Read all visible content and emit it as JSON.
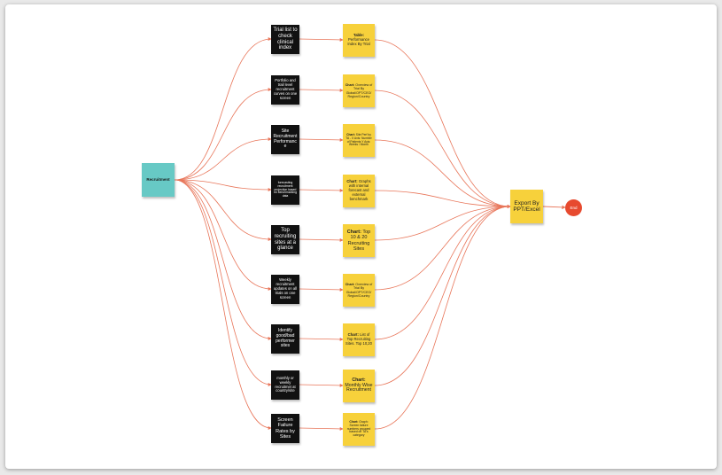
{
  "start": {
    "label": "Recruitment"
  },
  "features": [
    {
      "label": "Trial list to check clinical index",
      "size": "6px"
    },
    {
      "label": "Portfolio and trail level recruitment curves on one screen",
      "size": "4.2px"
    },
    {
      "label": "Site Recruitment Performance",
      "size": "5px"
    },
    {
      "label": "forecasting recruitment projection based on benchmarking data",
      "size": "3.4px"
    },
    {
      "label": "Top recruiting sites at a glance",
      "size": "6px"
    },
    {
      "label": "Weekly recruitment updates on all trials on one screen",
      "size": "4.2px"
    },
    {
      "label": "Identify good/bad performer sites",
      "size": "5px"
    },
    {
      "label": "monthly or weekly recruitmet at country/site",
      "size": "4.2px"
    },
    {
      "label": "Screen Failure Rates by Sites",
      "size": "5.5px"
    }
  ],
  "outputs": [
    {
      "prefix": "Table:",
      "text": "Performance Index By Trial",
      "size": "4.2px"
    },
    {
      "prefix": "Chart:",
      "text": "Overview of Trial By Global/OPT/CEO/ Region/Country",
      "size": "3.6px"
    },
    {
      "prefix": "Chart:",
      "text": "Site Perf by TA - X Axis: Number of Patients Y Axis: Weeks / Month",
      "size": "3.3px"
    },
    {
      "prefix": "Chart:",
      "text": "Graphs with internal forecast and external benchmark",
      "size": "4.2px"
    },
    {
      "prefix": "Chart:",
      "text": "Top 10 & 20 Recruiting Sites",
      "size": "5.5px"
    },
    {
      "prefix": "Chart:",
      "text": "Overview of Trial By Global/OPT/CEO/ Region/Country",
      "size": "3.6px"
    },
    {
      "prefix": "Chart:",
      "text": "List of Top Recruiting Sites. Top 10,20",
      "size": "4.2px"
    },
    {
      "prefix": "Chart:",
      "text": "Monthly Wise Recruitment",
      "size": "5.2px"
    },
    {
      "prefix": "Chart:",
      "text": "Graph: Screen failure numbers grouped based on TA's category",
      "size": "3.4px"
    }
  ],
  "export": {
    "label": "Export By PPT/Excel"
  },
  "end": {
    "label": "End"
  },
  "colors": {
    "connector": "#e8765a",
    "start": "#67c9c5",
    "feature": "#111111",
    "output": "#f7d13b",
    "end": "#e74a2f"
  }
}
